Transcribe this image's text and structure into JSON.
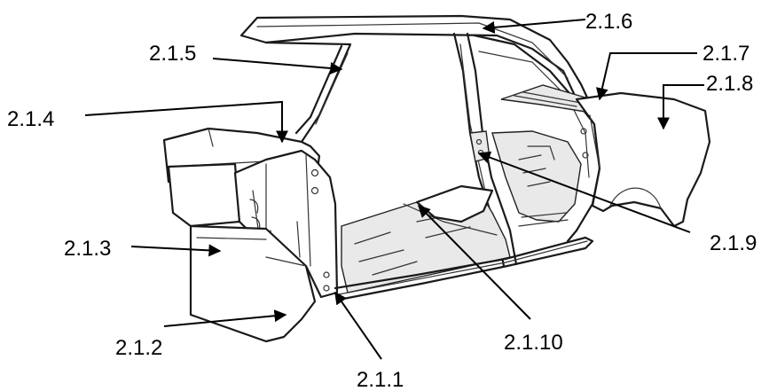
{
  "labels": {
    "l_2_1_1": "2.1.1",
    "l_2_1_2": "2.1.2",
    "l_2_1_3": "2.1.3",
    "l_2_1_4": "2.1.4",
    "l_2_1_5": "2.1.5",
    "l_2_1_6": "2.1.6",
    "l_2_1_7": "2.1.7",
    "l_2_1_8": "2.1.8",
    "l_2_1_9": "2.1.9",
    "l_2_1_10": "2.1.10"
  },
  "colors": {
    "ink": "#000000",
    "paper": "#ffffff"
  }
}
